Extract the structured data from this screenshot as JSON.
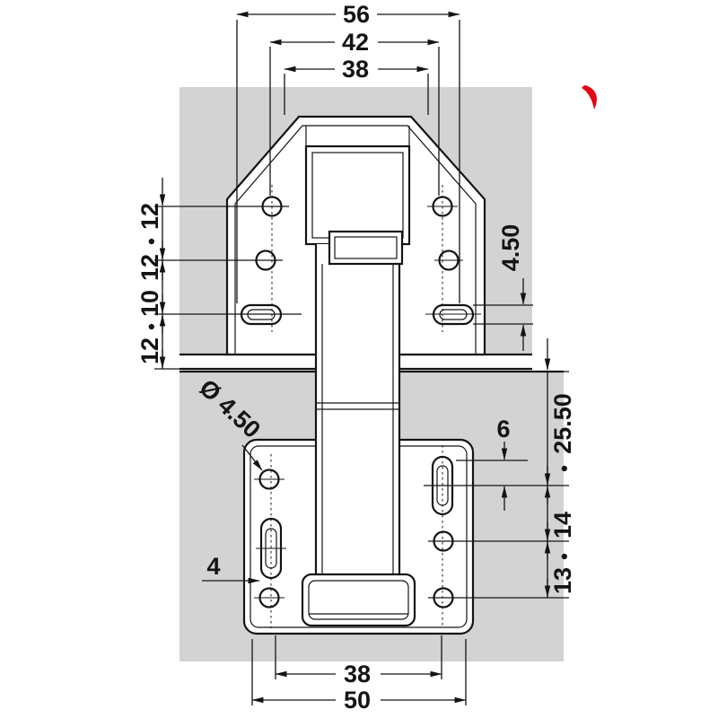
{
  "drawing": {
    "type": "technical-drawing",
    "subject": "Concealed cabinet hinge mounting dimensions",
    "units": "mm"
  },
  "colors": {
    "panel": "#d3d3d3",
    "line": "#141414",
    "accent_red": "#e30613"
  },
  "dims": {
    "separator": "•",
    "top_width_outer": "56",
    "top_width_mid": "42",
    "top_width_inner": "38",
    "slot_height_right": "4.50",
    "left_upper_1": "12",
    "left_upper_2": "12",
    "left_lower_1": "10",
    "left_lower_2": "12",
    "hole_diameter": "Ø 4.50",
    "slot_offset": "6",
    "right_chain_top": "25.50",
    "right_chain_mid": "14",
    "right_chain_bottom": "13",
    "edge_distance": "4",
    "bottom_width_inner": "38",
    "bottom_width_outer": "50"
  }
}
